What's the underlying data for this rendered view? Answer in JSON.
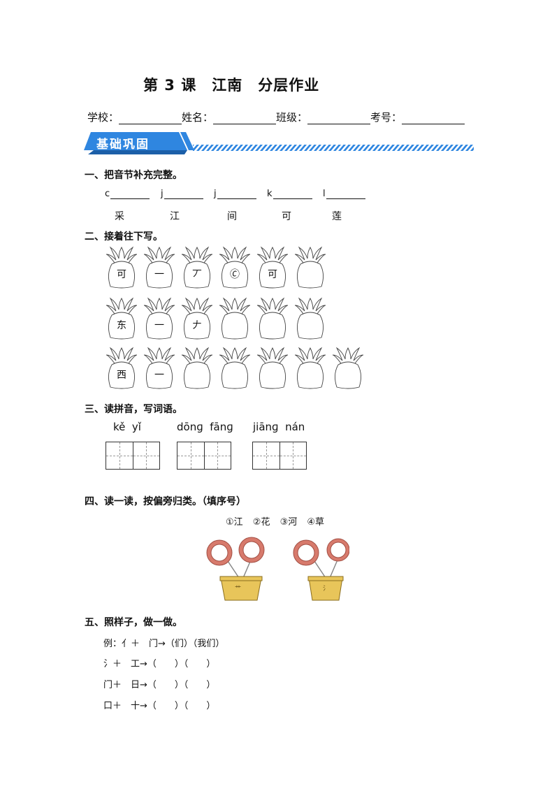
{
  "title": "第 3 课　江南　分层作业",
  "info": {
    "school_label": "学校：",
    "name_label": "姓名：",
    "class_label": "班级：",
    "number_label": "考号："
  },
  "banner_label": "基础巩固",
  "q1": {
    "heading": "一、把音节补充完整。",
    "syllables": [
      "c",
      "j",
      "j",
      "k",
      "l"
    ],
    "chars": [
      "采",
      "江",
      "间",
      "可",
      "莲"
    ]
  },
  "q2": {
    "heading": "二、接着往下写。",
    "row1": [
      "可",
      "一",
      "丆",
      "🄫",
      "可",
      ""
    ],
    "row2": [
      "东",
      "一",
      "𠂇",
      "",
      "",
      ""
    ],
    "row3": [
      "西",
      "一",
      "",
      "",
      "",
      "",
      ""
    ]
  },
  "q3": {
    "heading": "三、读拼音，写词语。",
    "words": [
      "kě  yǐ",
      "dōnɡ  fānɡ",
      "jiānɡ  nán"
    ]
  },
  "q4": {
    "heading": "四、读一读，按偏旁归类。（填序号）",
    "options": "①江 ②花 ③河 ④草",
    "pot_labels": [
      "艹",
      "氵"
    ]
  },
  "q5": {
    "heading": "五、照样子，做一做。",
    "example": "例：亻＋　门→（们）（我们）",
    "items": [
      "氵＋　工→（　　）（　　）",
      "门＋　日→（　　）（　　）",
      "口＋　十→（　　）（　　）"
    ]
  },
  "colors": {
    "banner": "#2f86e0",
    "flower_petal": "#d77a6c",
    "pot": "#e8c55a"
  }
}
